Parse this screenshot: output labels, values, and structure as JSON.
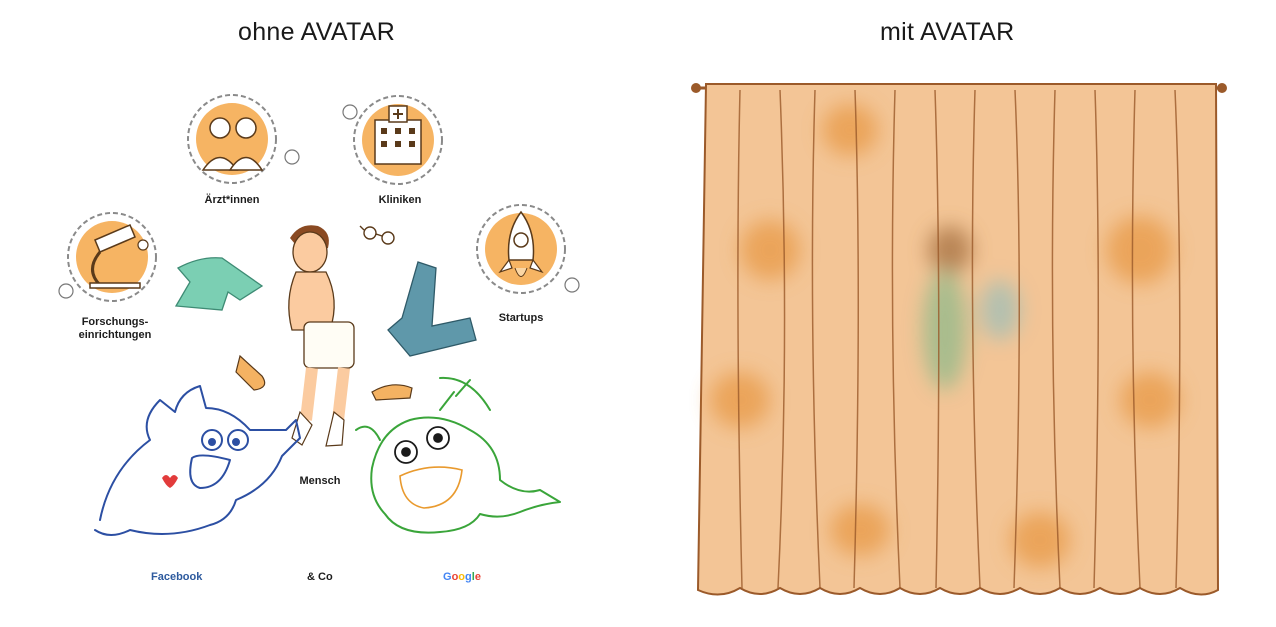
{
  "left_panel": {
    "title": "ohne AVATAR",
    "nodes": {
      "doctors": "Ärzt*innen",
      "clinics": "Kliniken",
      "research": "Forschungs-\neinrichtungen",
      "startups": "Startups",
      "human": "Mensch"
    },
    "companies": {
      "facebook": "Facebook",
      "and_co": "& Co",
      "google": [
        "G",
        "o",
        "o",
        "g",
        "l",
        "e"
      ]
    }
  },
  "right_panel": {
    "title": "mit AVATAR"
  },
  "colors": {
    "facebook_blue": "#2d5a9e",
    "google_blue": "#4285f4",
    "google_red": "#ea4335",
    "google_yellow": "#fbbc05",
    "google_green": "#34a853",
    "curtain": "#f3c596",
    "curtain_line": "#9b5a2a",
    "icon_orange": "#f6b463",
    "monster_blue": "#2c4fa3",
    "monster_green": "#3aa53a"
  }
}
